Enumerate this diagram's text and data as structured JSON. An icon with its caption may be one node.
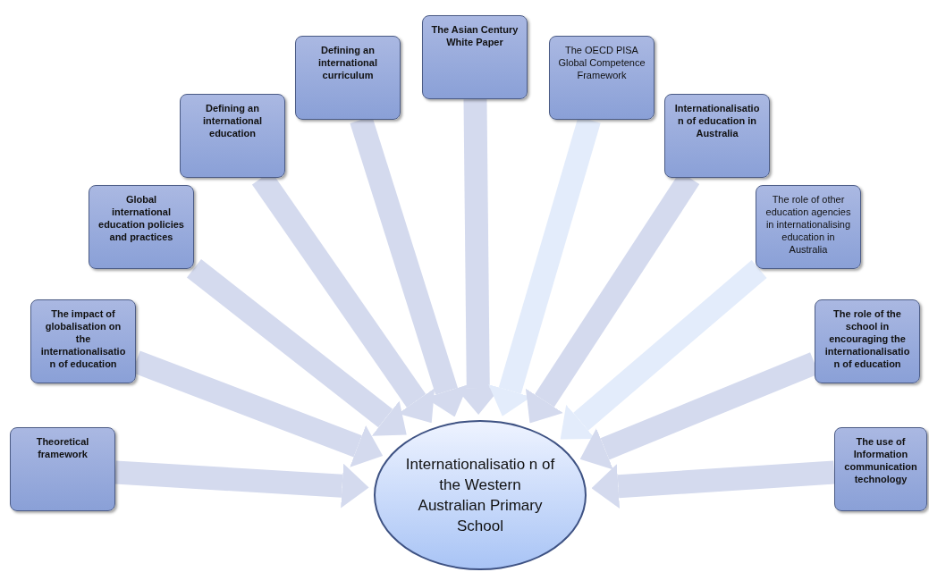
{
  "diagram": {
    "nodes": [
      {
        "text": [
          "Theoretical framework"
        ]
      },
      {
        "text": [
          "The impact of globalisation on the internationalisatio n of education"
        ]
      },
      {
        "text": [
          "Global international education policies and practices"
        ]
      },
      {
        "text": [
          "Defining an international education"
        ]
      },
      {
        "text": [
          "Defining an international curriculum"
        ]
      },
      {
        "text": [
          "The Asian Century White Paper"
        ]
      },
      {
        "text": [
          "The OECD PISA Global Competence Framework"
        ]
      },
      {
        "text": [
          "Internationalisatio n of education in Australia"
        ]
      },
      {
        "text": [
          "The role of other education agencies in internationalising education in Australia"
        ]
      },
      {
        "text": [
          "The role of the school in encouraging the internationalisatio n of education"
        ]
      },
      {
        "text": [
          "The use of Information communication technology"
        ]
      },
      {
        "text": [
          "Internationalisatio n of the Western Australian Primary School"
        ]
      }
    ],
    "edges": [
      {
        "from": 0,
        "to": 11,
        "arrow": "to"
      },
      {
        "from": 1,
        "to": 11,
        "arrow": "to"
      },
      {
        "from": 2,
        "to": 11,
        "arrow": "to"
      },
      {
        "from": 3,
        "to": 11,
        "arrow": "to"
      },
      {
        "from": 4,
        "to": 11,
        "arrow": "to"
      },
      {
        "from": 5,
        "to": 11,
        "arrow": "to"
      },
      {
        "from": 6,
        "to": 11,
        "arrow": "to",
        "color": "#e3ecfb"
      },
      {
        "from": 7,
        "to": 11,
        "arrow": "to"
      },
      {
        "from": 8,
        "to": 11,
        "arrow": "to",
        "color": "#e3ecfb"
      },
      {
        "from": 9,
        "to": 11,
        "arrow": "to"
      },
      {
        "from": 10,
        "to": 11,
        "arrow": "to"
      }
    ]
  }
}
